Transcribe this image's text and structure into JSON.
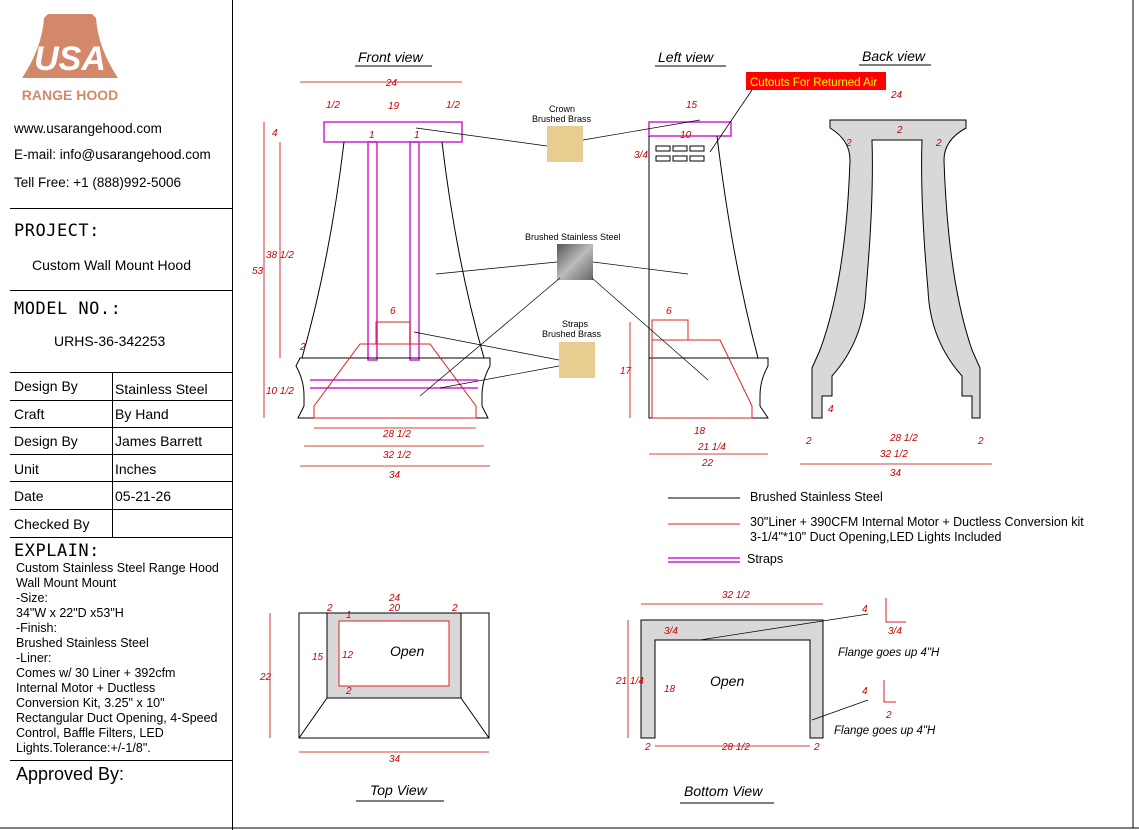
{
  "logo": {
    "brand": "USA",
    "name": "RANGE HOOD"
  },
  "contact": {
    "web": "www.usarangehood.com",
    "email": "E-mail: info@usarangehood.com",
    "phone": "Tell Free: +1 (888)992-5006"
  },
  "project": {
    "label": "PROJECT:",
    "value": "Custom Wall Mount Hood"
  },
  "model": {
    "label": "MODEL NO.:",
    "value": "URHS-36-342253"
  },
  "specs": [
    {
      "label": "Design By",
      "value": "Stainless Steel"
    },
    {
      "label": "Craft",
      "value": "By Hand"
    },
    {
      "label": "Design By",
      "value": "James Barrett"
    },
    {
      "label": "Unit",
      "value": "Inches"
    },
    {
      "label": "Date",
      "value": "05-21-26"
    },
    {
      "label": "Checked By",
      "value": ""
    }
  ],
  "explain": {
    "label": "EXPLAIN:",
    "text": "Custom Stainless Steel Range Hood\nWall Mount Mount\n-Size:\n34\"W x 22\"D x53\"H\n-Finish:\nBrushed Stainless Steel\n-Liner:\nComes w/ 30 Liner + 392cfm\nInternal Motor + Ductless\nConversion Kit, 3.25\" x 10\"\nRectangular Duct Opening, 4-Speed\nControl, Baffle Filters, LED\nLights.Tolerance:+/-1/8\"."
  },
  "approved": "Approved By:",
  "views": {
    "front": "Front view",
    "left": "Left view",
    "back": "Back view",
    "top": "Top View",
    "bottom": "Bottom View"
  },
  "callout": "Cutouts For Returned Air",
  "materials": {
    "crown": [
      "Crown",
      "Brushed Brass"
    ],
    "steel": "Brushed Stainless Steel",
    "straps": [
      "Straps",
      "Brushed Brass"
    ]
  },
  "legend": [
    {
      "text": "Brushed Stainless Steel",
      "color": "#000000"
    },
    {
      "text": "30\"Liner + 390CFM Internal Motor + Ductless Conversion kit",
      "text2": "3-1/4\"*10\" Duct Opening,LED Lights Included",
      "color": "#e02020"
    },
    {
      "text": "Straps",
      "color": "#d020d0"
    }
  ],
  "labels": {
    "open": "Open",
    "flange": "Flange goes up 4\"H"
  },
  "dims": {
    "front": {
      "w24": "24",
      "w19": "19",
      "half": "1/2",
      "d4": "4",
      "d1": "1",
      "h53": "53",
      "h38": "38 1/2",
      "d6": "6",
      "d2": "2",
      "h10": "10 1/2",
      "w28": "28 1/2",
      "w32": "32 1/2",
      "w34": "34"
    },
    "left": {
      "w15": "15",
      "w10": "10",
      "d34": "3/4",
      "d6": "6",
      "h17": "17",
      "w18": "18",
      "w21": "21 1/4",
      "w22": "22"
    },
    "back": {
      "w24": "24",
      "d2": "2",
      "d4": "4",
      "w28": "28 1/2",
      "w32": "32 1/2",
      "w34": "34"
    },
    "top": {
      "w24": "24",
      "w20": "20",
      "d2": "2",
      "d1": "1",
      "h15": "15",
      "h12": "12",
      "h22": "22",
      "w34": "34"
    },
    "bottom": {
      "w32": "32 1/2",
      "d34": "3/4",
      "h21": "21 1/4",
      "h18": "18",
      "d2": "2",
      "w28": "28 1/2",
      "f4": "4",
      "f34": "3/4",
      "f2": "2"
    }
  },
  "colors": {
    "accent": "#e02020",
    "strap": "#d020d0",
    "brass": "#e8cc90",
    "steel": "#8a8a8a",
    "logo": "#d4886a",
    "callout_bg": "#ff0000",
    "callout_fg": "#ffff00"
  }
}
